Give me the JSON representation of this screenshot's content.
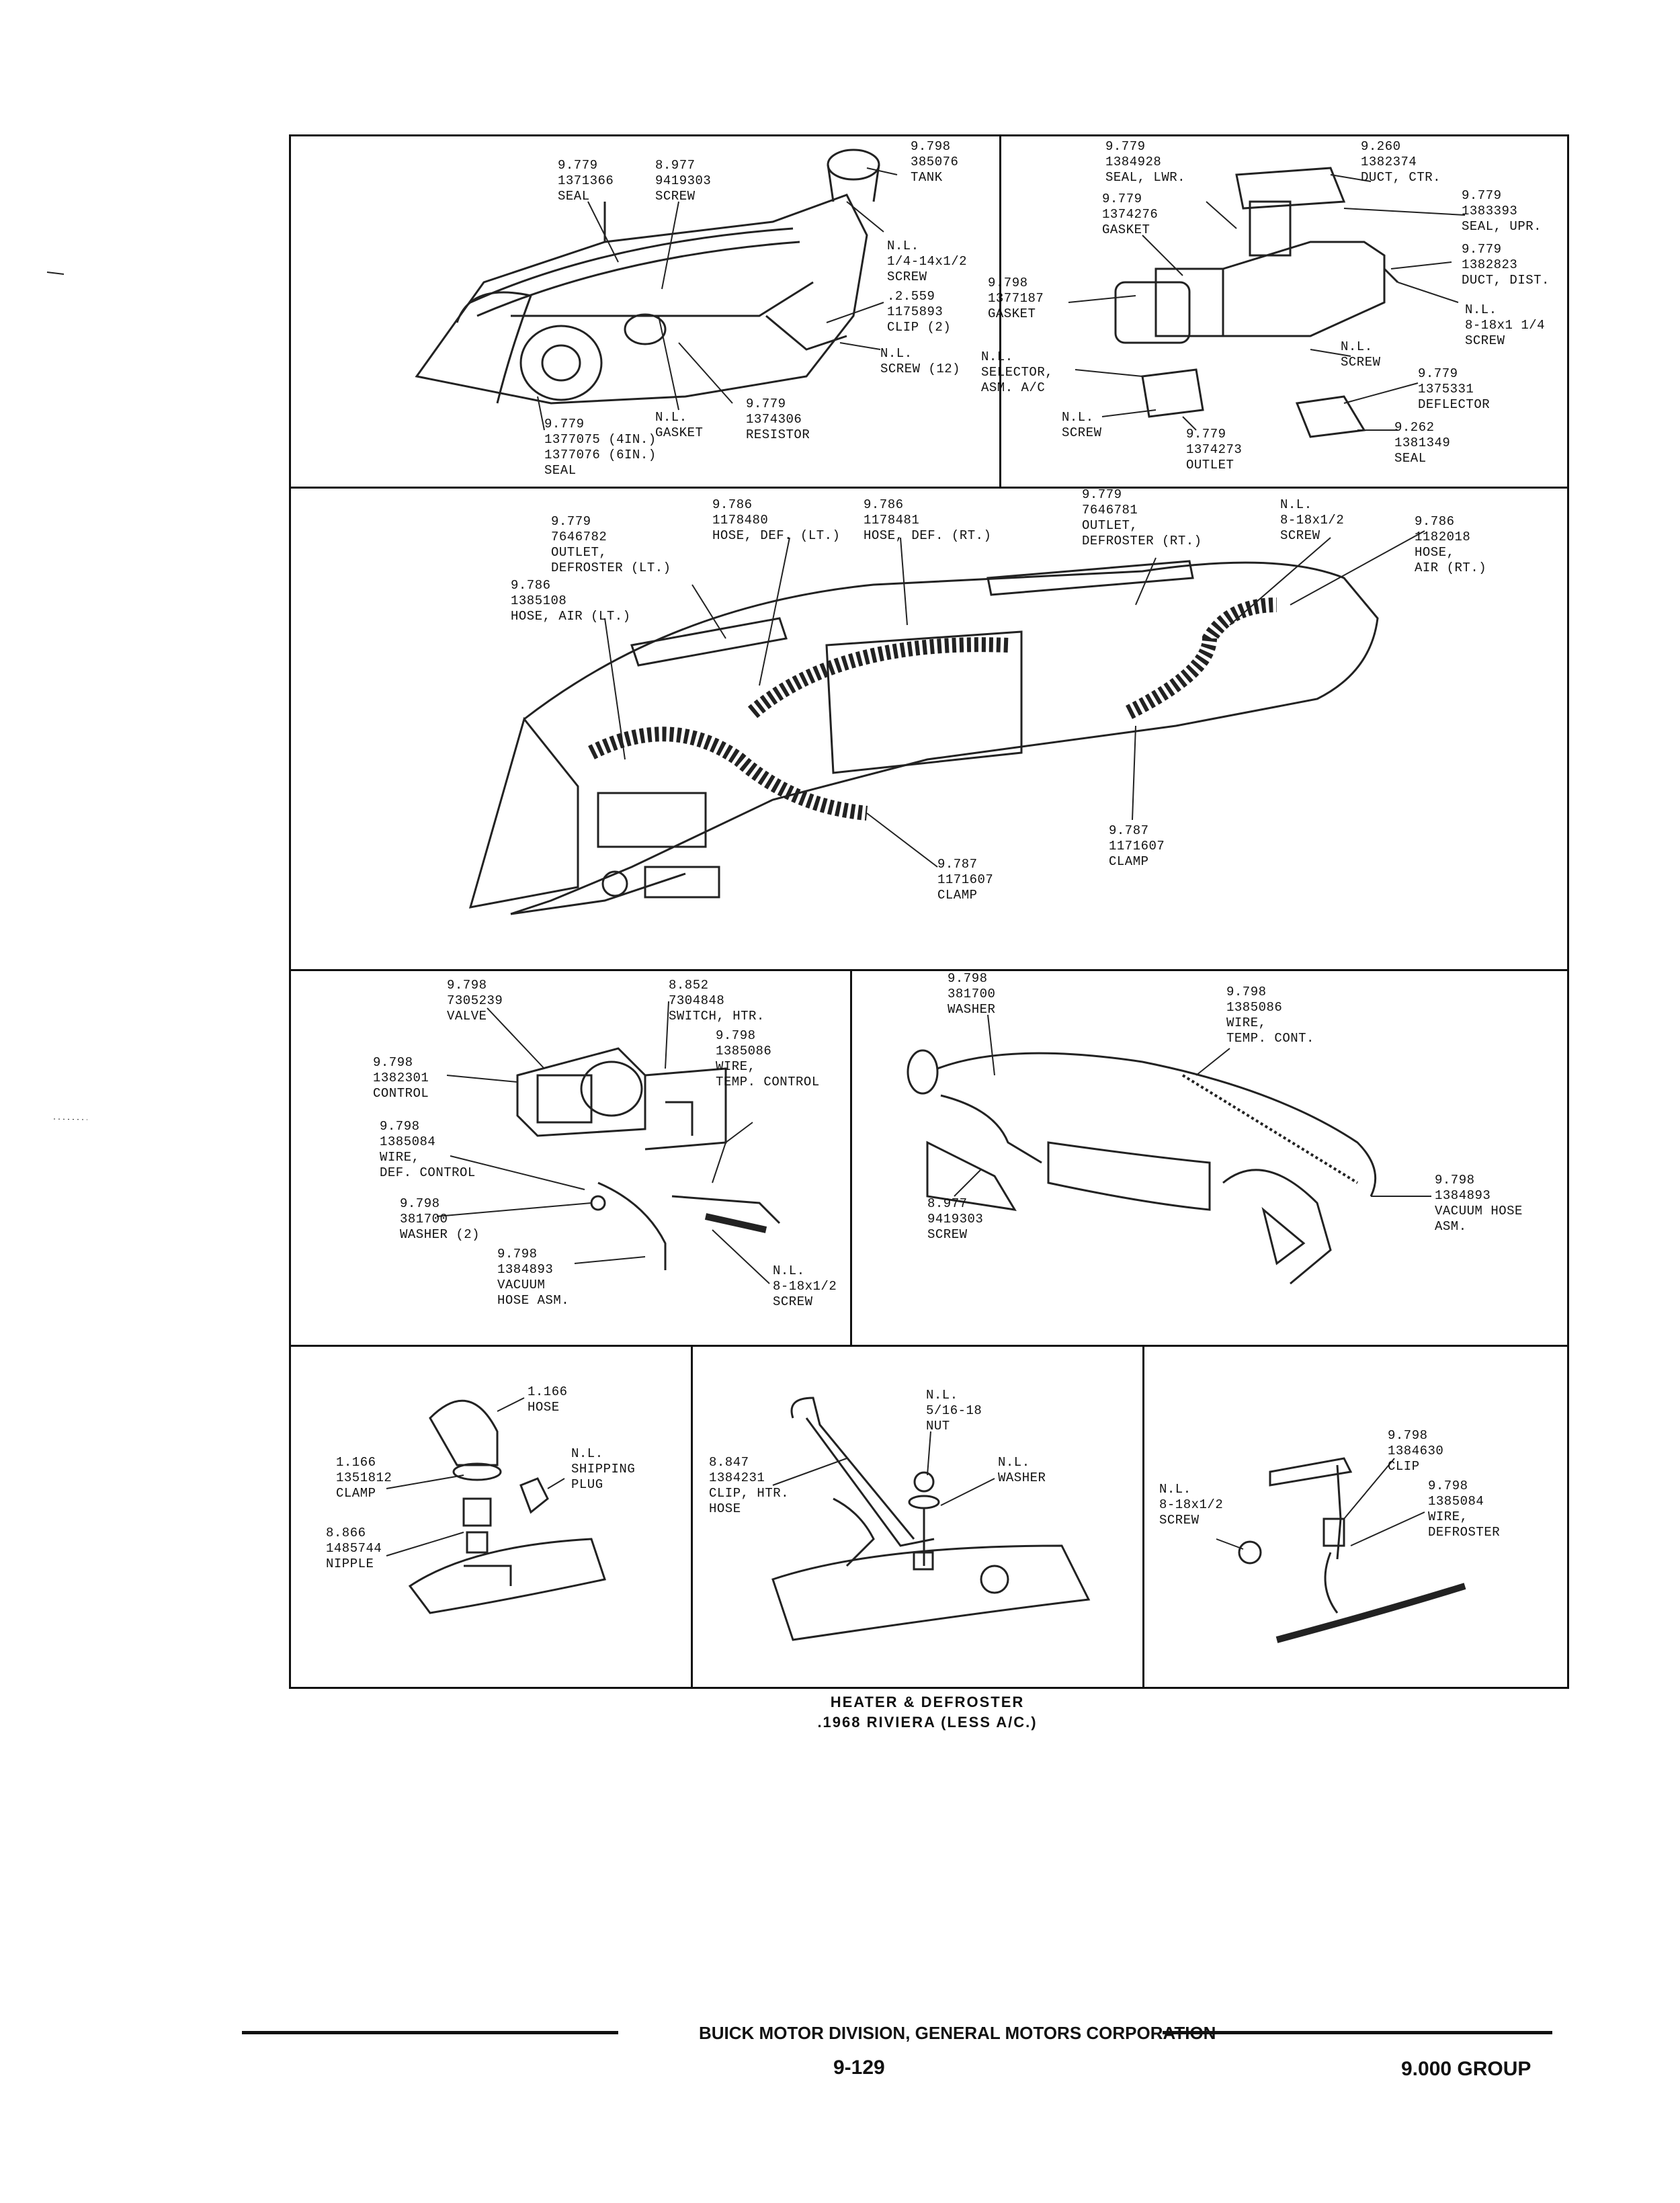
{
  "panels": {
    "p1": [
      [
        "9.779",
        "1371366",
        "SEAL"
      ],
      [
        "8.977",
        "9419303",
        "SCREW"
      ],
      [
        "9.798",
        "385076",
        "TANK"
      ],
      [
        "N.L.",
        "1/4-14x1/2",
        "SCREW"
      ],
      [
        ".2.559",
        "1175893",
        "CLIP (2)"
      ],
      [
        "N.L.",
        "SCREW (12)"
      ],
      [
        "9.779",
        "1374306",
        "RESISTOR"
      ],
      [
        "N.L.",
        "GASKET"
      ],
      [
        "9.779",
        "1377075 (4IN.)",
        "1377076 (6IN.)",
        "SEAL"
      ]
    ],
    "p2": [
      [
        "9.779",
        "1384928",
        "SEAL, LWR."
      ],
      [
        "9.779",
        "1374276",
        "GASKET"
      ],
      [
        "9.260",
        "1382374",
        "DUCT, CTR."
      ],
      [
        "9.779",
        "1383393",
        "SEAL, UPR."
      ],
      [
        "9.779",
        "1382823",
        "DUCT, DIST."
      ],
      [
        "N.L.",
        "8-18x1 1/4",
        "SCREW"
      ],
      [
        "9.798",
        "1377187",
        "GASKET"
      ],
      [
        "N.L.",
        "SELECTOR,",
        "ASM. A/C"
      ],
      [
        "N.L.",
        "SCREW"
      ],
      [
        "N.L.",
        "SCREW"
      ],
      [
        "9.779",
        "1375331",
        "DEFLECTOR"
      ],
      [
        "9.262",
        "1381349",
        "SEAL"
      ],
      [
        "9.779",
        "1374273",
        "OUTLET"
      ]
    ],
    "p3": [
      [
        "9.779",
        "7646782",
        "OUTLET,",
        "DEFROSTER (LT.)"
      ],
      [
        "9.786",
        "1178480",
        "HOSE, DEF. (LT.)"
      ],
      [
        "9.786",
        "1178481",
        "HOSE, DEF. (RT.)"
      ],
      [
        "9.779",
        "7646781",
        "OUTLET,",
        "DEFROSTER (RT.)"
      ],
      [
        "N.L.",
        "8-18x1/2",
        "SCREW"
      ],
      [
        "9.786",
        "1182018",
        "HOSE,",
        "AIR (RT.)"
      ],
      [
        "9.786",
        "1385108",
        "HOSE, AIR (LT.)"
      ],
      [
        "9.787",
        "1171607",
        "CLAMP"
      ],
      [
        "9.787",
        "1171607",
        "CLAMP"
      ]
    ],
    "p4": [
      [
        "9.798",
        "7305239",
        "VALVE"
      ],
      [
        "8.852",
        "7304848",
        "SWITCH, HTR."
      ],
      [
        "9.798",
        "1385086",
        "WIRE,",
        "TEMP. CONTROL"
      ],
      [
        "9.798",
        "1382301",
        "CONTROL"
      ],
      [
        "9.798",
        "1385084",
        "WIRE,",
        "DEF. CONTROL"
      ],
      [
        "9.798",
        "381700",
        "WASHER (2)"
      ],
      [
        "9.798",
        "1384893",
        "VACUUM",
        "HOSE ASM."
      ],
      [
        "N.L.",
        "8-18x1/2",
        "SCREW"
      ]
    ],
    "p5": [
      [
        "9.798",
        "381700",
        "WASHER"
      ],
      [
        "9.798",
        "1385086",
        "WIRE,",
        "TEMP. CONT."
      ],
      [
        "8.977",
        "9419303",
        "SCREW"
      ],
      [
        "9.798",
        "1384893",
        "VACUUM HOSE",
        "ASM."
      ]
    ],
    "p6": [
      [
        "1.166",
        "HOSE"
      ],
      [
        "1.166",
        "1351812",
        "CLAMP"
      ],
      [
        "N.L.",
        "SHIPPING",
        "PLUG"
      ],
      [
        "8.866",
        "1485744",
        "NIPPLE"
      ]
    ],
    "p7": [
      [
        "N.L.",
        "5/16-18",
        "NUT"
      ],
      [
        "8.847",
        "1384231",
        "CLIP, HTR.",
        "HOSE"
      ],
      [
        "N.L.",
        "WASHER"
      ]
    ],
    "p8": [
      [
        "9.798",
        "1384630",
        "CLIP"
      ],
      [
        "9.798",
        "1385084",
        "WIRE,",
        "DEFROSTER"
      ],
      [
        "N.L.",
        "8-18x1/2",
        "SCREW"
      ]
    ]
  },
  "caption": {
    "title": "HEATER & DEFROSTER",
    "subtitle": ".1968 RIVIERA (LESS A/C.)"
  },
  "footer": {
    "division": "BUICK MOTOR DIVISION, GENERAL MOTORS CORPORATION",
    "page": "9-129",
    "group": "9.000 GROUP"
  }
}
